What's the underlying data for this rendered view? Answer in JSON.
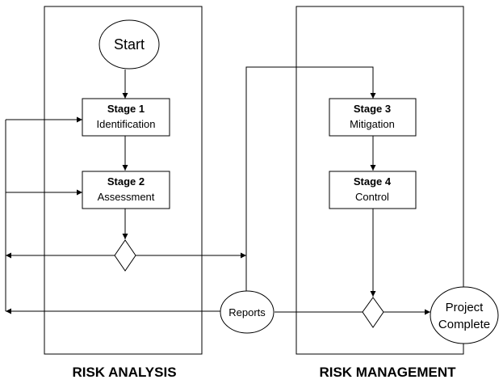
{
  "lanes": {
    "left": {
      "title": "RISK ANALYSIS"
    },
    "right": {
      "title": "RISK MANAGEMENT"
    }
  },
  "nodes": {
    "start": {
      "label": "Start"
    },
    "stage1": {
      "title": "Stage 1",
      "subtitle": "Identification"
    },
    "stage2": {
      "title": "Stage 2",
      "subtitle": "Assessment"
    },
    "stage3": {
      "title": "Stage 3",
      "subtitle": "Mitigation"
    },
    "stage4": {
      "title": "Stage 4",
      "subtitle": "Control"
    },
    "reports": {
      "label": "Reports"
    },
    "complete": {
      "line1": "Project",
      "line2": "Complete"
    }
  },
  "colors": {
    "stroke": "#000000",
    "fill": "#ffffff"
  }
}
